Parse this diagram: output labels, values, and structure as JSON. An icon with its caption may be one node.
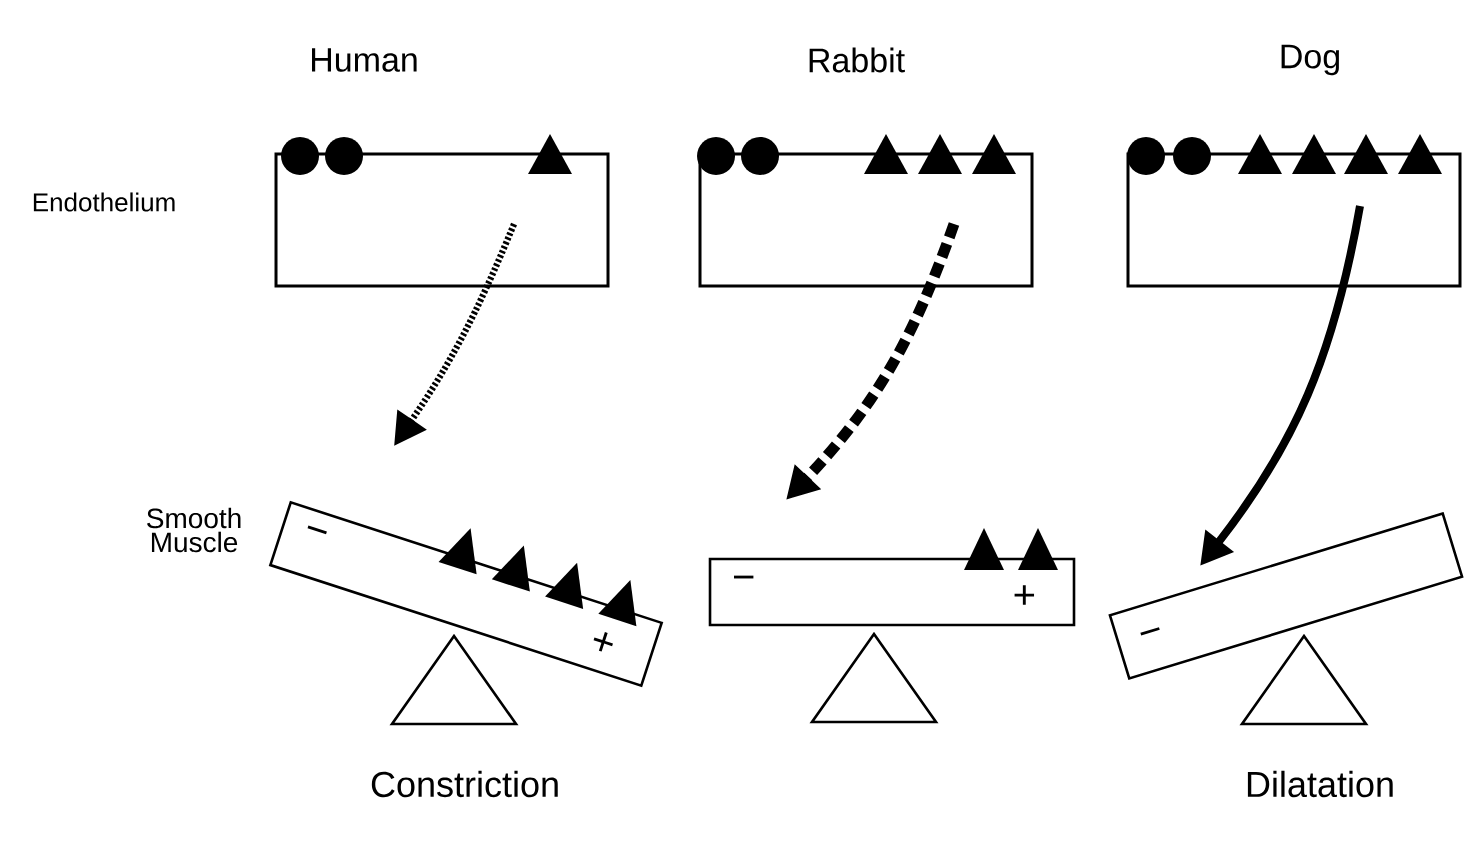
{
  "diagram": {
    "nodes": [
      {
        "text": [],
        "shape": "box"
      },
      {
        "text": [],
        "shape": "box"
      },
      {
        "text": [],
        "shape": "box"
      },
      {
        "text": [
          "−",
          "+"
        ]
      },
      {
        "text": [
          "−",
          "+"
        ]
      },
      {
        "text": [
          "−"
        ]
      }
    ],
    "edges": [
      {
        "from": 0,
        "to": 3,
        "arrow": "to",
        "style": "dashed"
      },
      {
        "from": 1,
        "to": 4,
        "arrow": "to",
        "style": "dashed"
      },
      {
        "from": 2,
        "to": 5,
        "arrow": "to"
      }
    ],
    "labels": [
      "Human",
      "Rabbit",
      "Dog",
      "Endothelium",
      "Smooth Muscle",
      "Constriction",
      "Dilatation"
    ]
  }
}
